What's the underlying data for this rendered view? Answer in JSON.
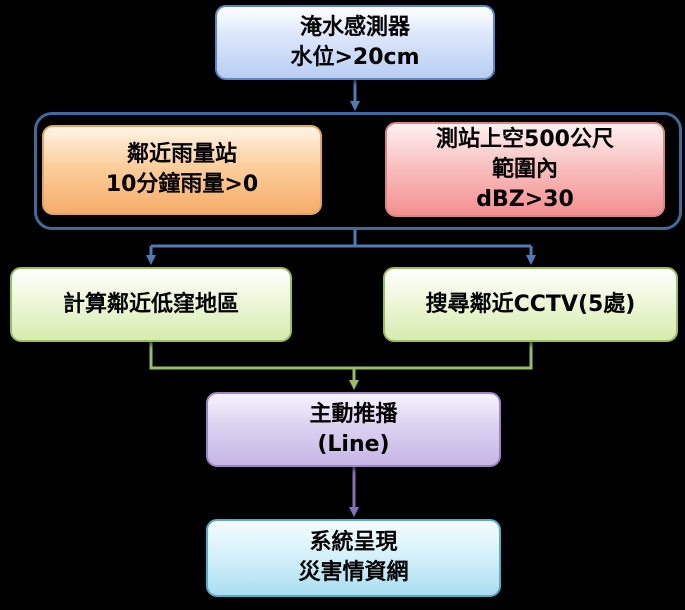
{
  "diagram": {
    "nodes": {
      "sensor": {
        "lines": [
          "淹水感測器",
          "水位>20cm"
        ]
      },
      "rain": {
        "lines": [
          "鄰近雨量站",
          "10分鐘雨量>0"
        ]
      },
      "radar": {
        "lines": [
          "測站上空500公尺",
          "範圍內",
          "dBZ>30"
        ]
      },
      "lowland": {
        "lines": [
          "計算鄰近低窪地區"
        ]
      },
      "cctv": {
        "lines": [
          "搜尋鄰近CCTV(5處)"
        ]
      },
      "push": {
        "lines": [
          "主動推播",
          "(Line)"
        ]
      },
      "system": {
        "lines": [
          "系統呈現",
          "災害情資網"
        ]
      }
    },
    "colors": {
      "background": "#000000",
      "connector_blue": "#4f7cb8",
      "connector_green": "#9cbc62",
      "connector_purple": "#8a6fb8",
      "group_frame": "#3f6a9c"
    }
  }
}
